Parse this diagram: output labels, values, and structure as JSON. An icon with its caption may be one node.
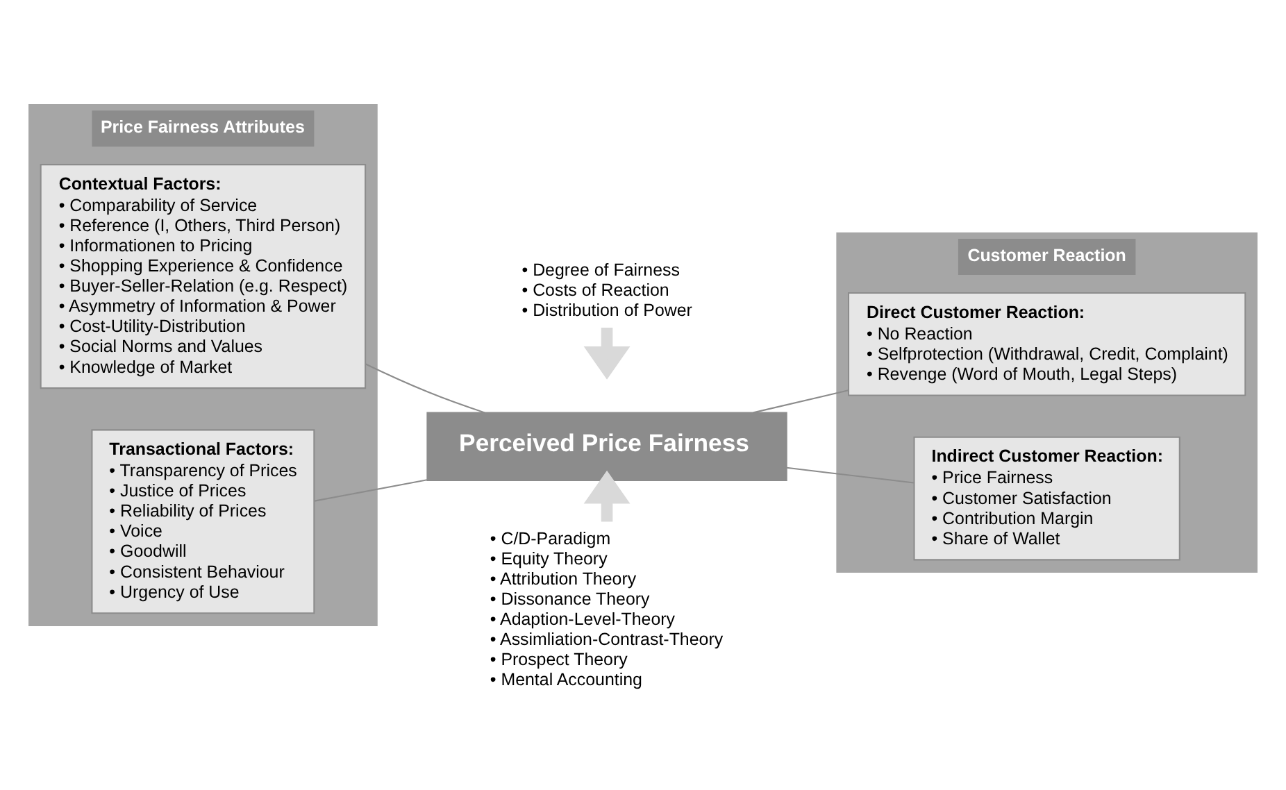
{
  "diagram": {
    "nodes": [
      {
        "text": [
          "Price Fairness Attributes"
        ]
      },
      {
        "text": [
          "Contextual Factors:",
          "• Comparability of Service",
          "• Reference (I, Others, Third Person)",
          "• Informationen to Pricing",
          "• Shopping Experience & Confidence",
          "• Buyer-Seller-Relation (e.g. Respect)",
          "• Asymmetry of Information & Power",
          "• Cost-Utility-Distribution",
          "• Social Norms and Values",
          "• Knowledge of Market"
        ],
        "in": 0
      },
      {
        "text": [
          "Transactional Factors:",
          "• Transparency of Prices",
          "• Justice of Prices",
          "• Reliability of Prices",
          "• Voice",
          "• Goodwill",
          "• Consistent Behaviour",
          "• Urgency of Use"
        ],
        "in": 0
      },
      {
        "text": [
          "Perceived Price Fairness"
        ]
      },
      {
        "text": [
          "Customer Reaction"
        ]
      },
      {
        "text": [
          "Direct Customer Reaction:",
          "• No Reaction",
          "• Selfprotection (Withdrawal, Credit, Complaint)",
          "• Revenge (Word of Mouth, Legal Steps)"
        ],
        "in": 4
      },
      {
        "text": [
          "Indirect Customer Reaction:",
          "• Price Fairness",
          "• Customer Satisfaction",
          "• Contribution Margin",
          "• Share of Wallet"
        ],
        "in": 4
      },
      {
        "text": [
          "• Degree of Fairness",
          "• Costs of Reaction",
          "• Distribution of Power"
        ]
      },
      {
        "text": [
          "• C/D-Paradigm",
          "• Equity Theory",
          "• Attribution Theory",
          "• Dissonance Theory",
          "• Adaption-Level-Theory",
          "• Assimliation-Contrast-Theory",
          "• Prospect Theory",
          "• Mental Accounting"
        ]
      }
    ],
    "edges": [
      {
        "from": 1,
        "to": 3,
        "arrow": "none"
      },
      {
        "from": 2,
        "to": 3,
        "arrow": "none"
      },
      {
        "from": 3,
        "to": 5,
        "arrow": "none"
      },
      {
        "from": 3,
        "to": 6,
        "arrow": "none"
      },
      {
        "from": 7,
        "to": null,
        "arrow": "to",
        "style": "thick",
        "color": "#d9d9d9"
      },
      {
        "from": 8,
        "to": 3,
        "arrow": "to",
        "style": "thick",
        "color": "#d9d9d9"
      }
    ]
  }
}
